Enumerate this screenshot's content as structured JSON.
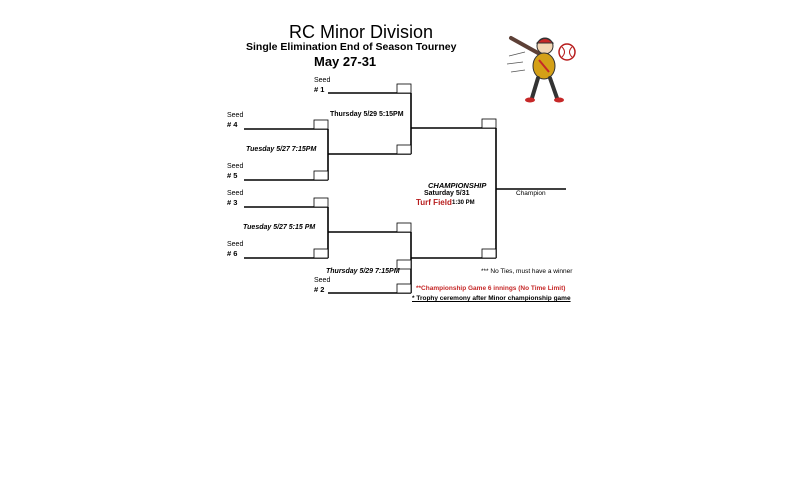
{
  "header": {
    "title": "RC Minor Division",
    "subtitle": "Single Elimination End of Season Tourney",
    "dates": "May 27-31"
  },
  "seeds": {
    "label": "Seed",
    "s1": "# 1",
    "s4": "# 4",
    "s5": "# 5",
    "s3": "# 3",
    "s6": "# 6",
    "s2": "# 2"
  },
  "games": {
    "g_4v5": "Tuesday 5/27 7:15PM",
    "g_3v6": "Tuesday 5/27 5:15 PM",
    "g_semi_top": "Thursday 5/29 5:15PM",
    "g_semi_bottom": "Thursday 5/29 7:15PM"
  },
  "championship": {
    "heading": "CHAMPIONSHIP",
    "date": "Saturday 5/31",
    "field": "Turf Field",
    "time": "1:30 PM",
    "winner_label": "Champion"
  },
  "notes": {
    "no_ties": "*** No Ties, must have a winner",
    "innings": "**Championship Game  6 innings (No Time Limit)",
    "trophy": "* Trophy ceremony after Minor championship game"
  },
  "logo": {
    "icon": "baseball-batter-mascot-icon"
  }
}
